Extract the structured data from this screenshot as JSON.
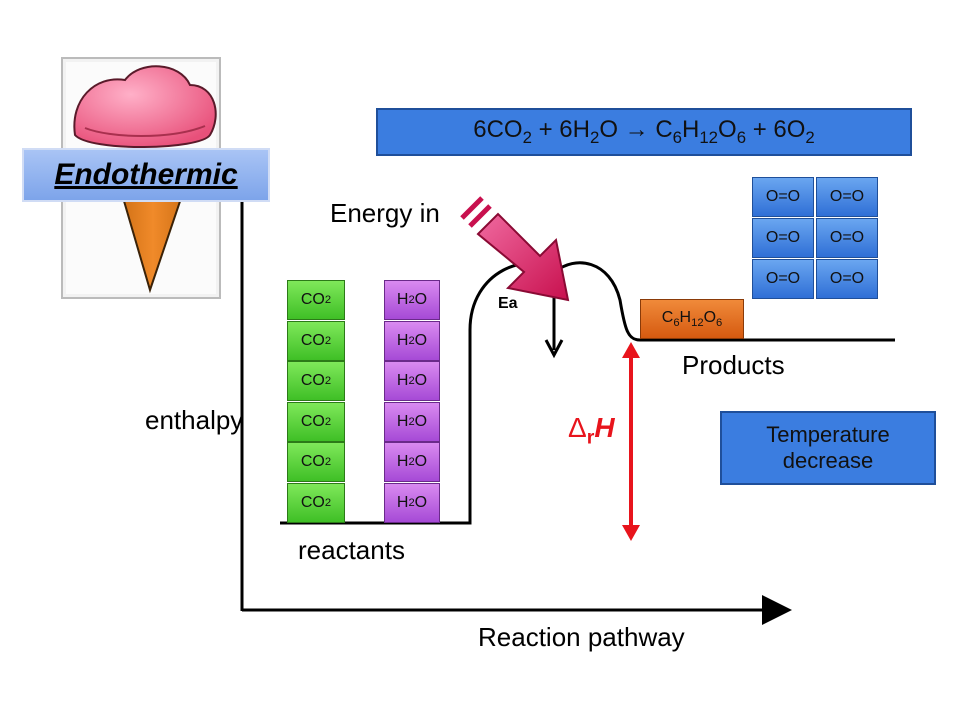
{
  "title_badge": "Endothermic",
  "equation": {
    "parts": [
      "6CO",
      "2",
      " + 6H",
      "2",
      "O ",
      "→",
      " C",
      "6",
      "H",
      "12",
      "O",
      "6",
      " + 6O",
      "2"
    ]
  },
  "energy_in_label": "Energy in",
  "ea_label": "Ea",
  "delta_h": {
    "delta": "Δ",
    "sub": "r",
    "h": "H"
  },
  "yaxis_label": "enthalpy",
  "xaxis_label": "Reaction pathway",
  "reactants_label": "reactants",
  "products_label": "Products",
  "temperature_box": {
    "line1": "Temperature",
    "line2": "decrease"
  },
  "reactant_molecules": {
    "co2": {
      "base": "CO",
      "sub": "2"
    },
    "h2o": {
      "pre": "H",
      "sub": "2",
      "post": "O"
    }
  },
  "co2_count": 6,
  "h2o_count": 6,
  "product_glucose": {
    "c": "C",
    "c_sub": "6",
    "h": "H",
    "h_sub": "12",
    "o": "O",
    "o_sub": "6"
  },
  "o2_label": "O=O",
  "o2_count": 6,
  "colors": {
    "co2": "#4ccf30",
    "h2o": "#b455df",
    "o2": "#3b7de0",
    "glucose": "#e06a1e",
    "delta_arrow": "#e8141c",
    "energy_arrow": "#d6206b",
    "banner": "#3b7de0",
    "axes": "#000000"
  },
  "icons": [
    "ice-cream-icon",
    "energy-arrow-icon",
    "double-arrow-icon"
  ]
}
